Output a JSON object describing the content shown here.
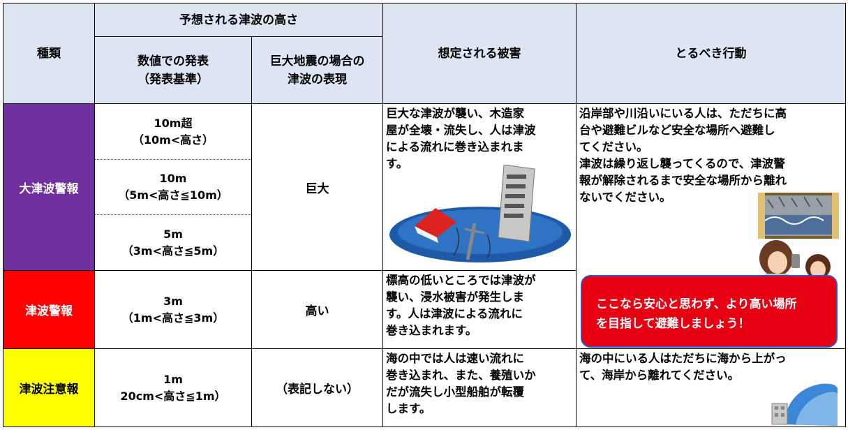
{
  "header": {
    "type": "種類",
    "expected_height": "予想される津波の高さ",
    "numeric": [
      "数値での発表",
      "（発表基準）"
    ],
    "qualitative": [
      "巨大地震の場合の",
      "津波の表現"
    ],
    "damage": "想定される被害",
    "action": "とるべき行動"
  },
  "categories": {
    "major": "大津波警報",
    "warning": "津波警報",
    "advisory": "津波注意報"
  },
  "heights": {
    "h10plus": [
      "10m超",
      "（10m<高さ）"
    ],
    "h10": [
      "10m",
      "（5m<高さ≦10m）"
    ],
    "h5": [
      "5m",
      "（3m<高さ≦5m）"
    ],
    "h3": [
      "3m",
      "（1m<高さ≦3m）"
    ],
    "h1": [
      "1m",
      "20cm<高さ≦1m）"
    ]
  },
  "expressions": {
    "major": "巨大",
    "warning": "高い",
    "advisory": "（表記しない）"
  },
  "damage": {
    "major": [
      "巨大な津波が襲い、木造家",
      "屋が全壊・流失し、人は津波",
      "による流れに巻き込まれま",
      "す。"
    ],
    "warning": [
      "標高の低いところでは津波が",
      "襲い、浸水被害が発生しま",
      "す。人は津波による流れに",
      "巻き込まれます。"
    ],
    "advisory": [
      "海の中では人は速い流れに",
      "巻き込まれ、また、養殖いか",
      "だが流失し小型船舶が転覆",
      "します。"
    ]
  },
  "action": {
    "major": [
      "沿岸部や川沿いにいる人は、ただちに高",
      "台や避難ビルなど安全な場所へ避難し",
      "てください。",
      "津波は繰り返し襲ってくるので、津波警",
      "報が解除されるまで安全な場所から離れ",
      "ないでください。"
    ],
    "callout": [
      "ここなら安心と思わず、より高い場所",
      "を目指して避難しましょう！"
    ],
    "advisory": [
      "海の中にいる人はただちに海から上がっ",
      "て、海岸から離れてください。"
    ]
  },
  "colors": {
    "header_bg": "#dde4f2",
    "major": "#7030a0",
    "warning": "#ff0000",
    "advisory": "#ffff00",
    "callout": "#e60012"
  }
}
